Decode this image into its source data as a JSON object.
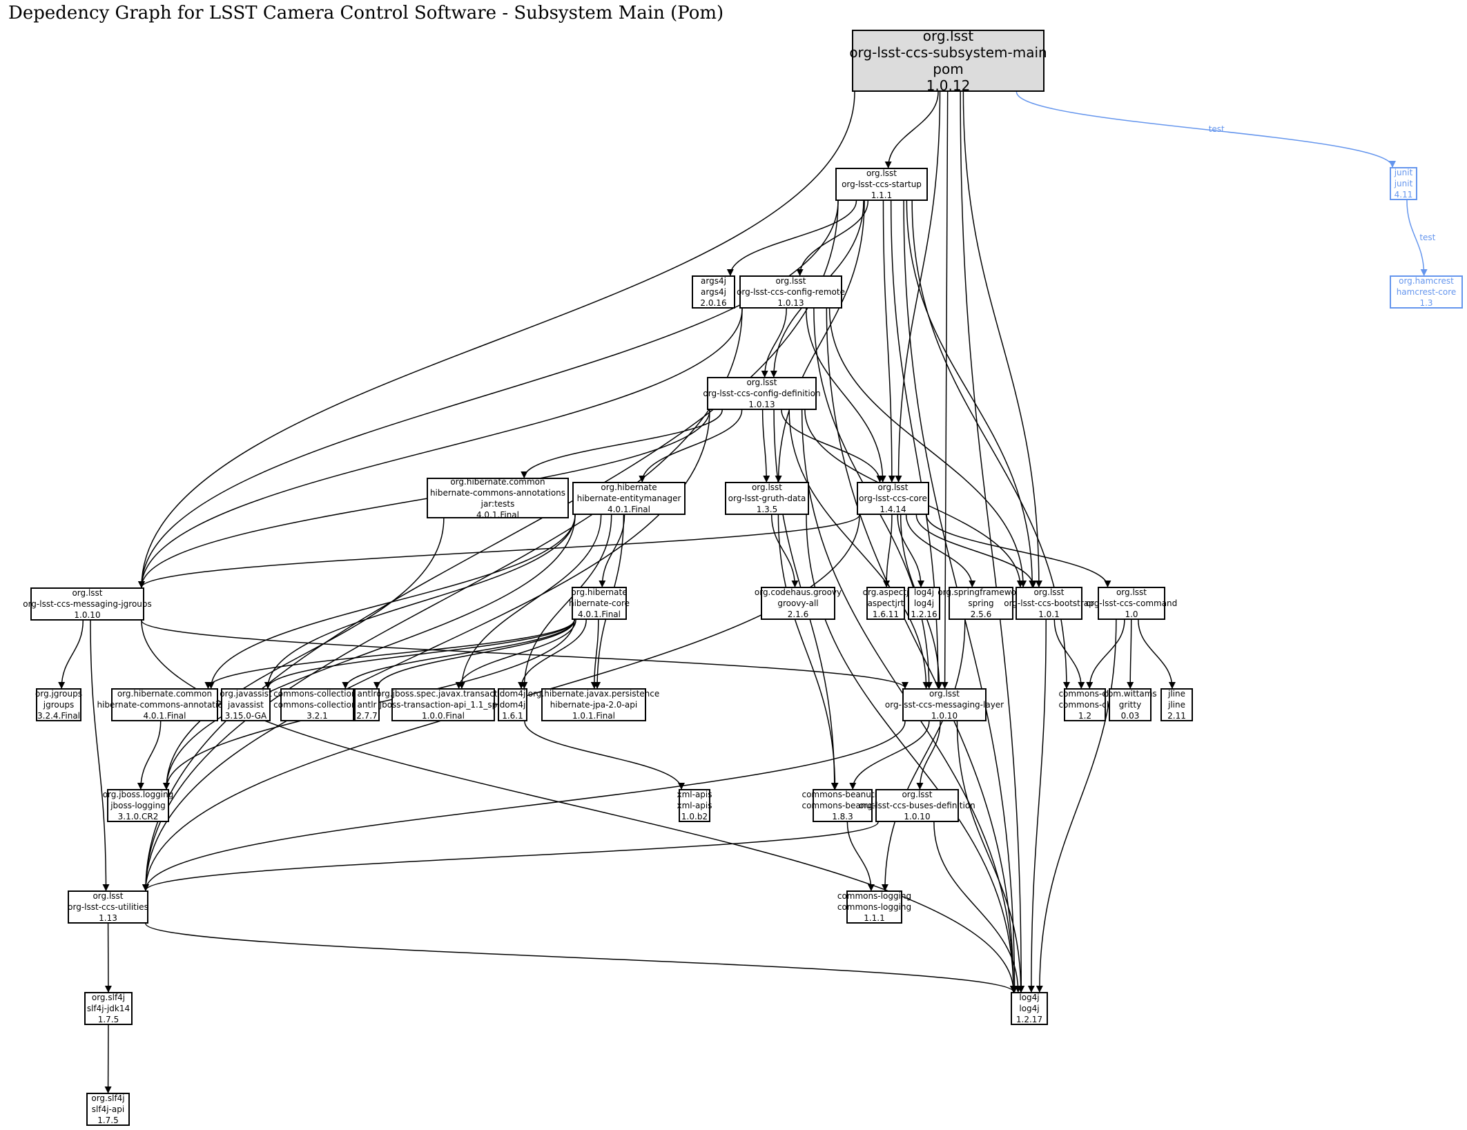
{
  "title": "Depedency Graph for LSST Camera Control Software - Subsystem Main (Pom)",
  "colors": {
    "edge": "#000000",
    "test_edge": "#6495ed",
    "root_fill": "#dcdcdc"
  },
  "nodes": [
    {
      "id": "root",
      "lines": [
        "org.lsst",
        "org-lsst-ccs-subsystem-main",
        "pom",
        "1.0.12"
      ],
      "kind": "root"
    },
    {
      "id": "junit",
      "lines": [
        "junit",
        "junit",
        "4.11"
      ],
      "kind": "test"
    },
    {
      "id": "hamcrest",
      "lines": [
        "org.hamcrest",
        "hamcrest-core",
        "1.3"
      ],
      "kind": "test"
    },
    {
      "id": "startup",
      "lines": [
        "org.lsst",
        "org-lsst-ccs-startup",
        "1.1.1"
      ]
    },
    {
      "id": "args4j",
      "lines": [
        "args4j",
        "args4j",
        "2.0.16"
      ]
    },
    {
      "id": "config-remote",
      "lines": [
        "org.lsst",
        "org-lsst-ccs-config-remote",
        "1.0.13"
      ]
    },
    {
      "id": "config-definition",
      "lines": [
        "org.lsst",
        "org-lsst-ccs-config-definition",
        "1.0.13"
      ]
    },
    {
      "id": "hca-tests",
      "lines": [
        "org.hibernate.common",
        "hibernate-commons-annotations",
        "jar:tests",
        "4.0.1.Final"
      ]
    },
    {
      "id": "entitymanager",
      "lines": [
        "org.hibernate",
        "hibernate-entitymanager",
        "4.0.1.Final"
      ]
    },
    {
      "id": "gruth",
      "lines": [
        "org.lsst",
        "org-lsst-gruth-data",
        "1.3.5"
      ]
    },
    {
      "id": "core",
      "lines": [
        "org.lsst",
        "org-lsst-ccs-core",
        "1.4.14"
      ]
    },
    {
      "id": "jgroups-msg",
      "lines": [
        "org.lsst",
        "org-lsst-ccs-messaging-jgroups",
        "1.0.10"
      ]
    },
    {
      "id": "hibernate-core",
      "lines": [
        "org.hibernate",
        "hibernate-core",
        "4.0.1.Final"
      ]
    },
    {
      "id": "groovy",
      "lines": [
        "org.codehaus.groovy",
        "groovy-all",
        "2.1.6"
      ]
    },
    {
      "id": "aspectj",
      "lines": [
        "org.aspectj",
        "aspectjrt",
        "1.6.11"
      ]
    },
    {
      "id": "log4j-16",
      "lines": [
        "log4j",
        "log4j",
        "1.2.16"
      ]
    },
    {
      "id": "spring",
      "lines": [
        "org.springframework",
        "spring",
        "2.5.6"
      ]
    },
    {
      "id": "bootstrap",
      "lines": [
        "org.lsst",
        "org-lsst-ccs-bootstrap",
        "1.0.1"
      ]
    },
    {
      "id": "command",
      "lines": [
        "org.lsst",
        "org-lsst-ccs-command",
        "1.0"
      ]
    },
    {
      "id": "jgroups",
      "lines": [
        "org.jgroups",
        "jgroups",
        "3.2.4.Final"
      ]
    },
    {
      "id": "hca",
      "lines": [
        "org.hibernate.common",
        "hibernate-commons-annotations",
        "4.0.1.Final"
      ]
    },
    {
      "id": "javassist",
      "lines": [
        "org.javassist",
        "javassist",
        "3.15.0-GA"
      ]
    },
    {
      "id": "collections",
      "lines": [
        "commons-collections",
        "commons-collections",
        "3.2.1"
      ]
    },
    {
      "id": "antlr",
      "lines": [
        "antlr",
        "antlr",
        "2.7.7"
      ]
    },
    {
      "id": "jta",
      "lines": [
        "org.jboss.spec.javax.transaction",
        "jboss-transaction-api_1.1_spec",
        "1.0.0.Final"
      ]
    },
    {
      "id": "dom4j",
      "lines": [
        "dom4j",
        "dom4j",
        "1.6.1"
      ]
    },
    {
      "id": "jpa",
      "lines": [
        "org.hibernate.javax.persistence",
        "hibernate-jpa-2.0-api",
        "1.0.1.Final"
      ]
    },
    {
      "id": "messaging-layer",
      "lines": [
        "org.lsst",
        "org-lsst-ccs-messaging-layer",
        "1.0.10"
      ]
    },
    {
      "id": "commons-cli",
      "lines": [
        "commons-cli",
        "commons-cli",
        "1.2"
      ]
    },
    {
      "id": "gritty",
      "lines": [
        "com.wittams",
        "gritty",
        "0.03"
      ]
    },
    {
      "id": "jline",
      "lines": [
        "jline",
        "jline",
        "2.11"
      ]
    },
    {
      "id": "jboss-logging",
      "lines": [
        "org.jboss.logging",
        "jboss-logging",
        "3.1.0.CR2"
      ]
    },
    {
      "id": "xml-apis",
      "lines": [
        "xml-apis",
        "xml-apis",
        "1.0.b2"
      ]
    },
    {
      "id": "beanutils",
      "lines": [
        "commons-beanutils",
        "commons-beanutils",
        "1.8.3"
      ]
    },
    {
      "id": "buses",
      "lines": [
        "org.lsst",
        "org-lsst-ccs-buses-definition",
        "1.0.10"
      ]
    },
    {
      "id": "utilities",
      "lines": [
        "org.lsst",
        "org-lsst-ccs-utilities",
        "1.13"
      ]
    },
    {
      "id": "commons-logging",
      "lines": [
        "commons-logging",
        "commons-logging",
        "1.1.1"
      ]
    },
    {
      "id": "log4j-17",
      "lines": [
        "log4j",
        "log4j",
        "1.2.17"
      ]
    },
    {
      "id": "slf4j-jdk14",
      "lines": [
        "org.slf4j",
        "slf4j-jdk14",
        "1.7.5"
      ]
    },
    {
      "id": "slf4j-api",
      "lines": [
        "org.slf4j",
        "slf4j-api",
        "1.7.5"
      ]
    }
  ],
  "edges": [
    {
      "from": "root",
      "to": "startup"
    },
    {
      "from": "root",
      "to": "core"
    },
    {
      "from": "root",
      "to": "messaging-layer"
    },
    {
      "from": "root",
      "to": "bootstrap"
    },
    {
      "from": "root",
      "to": "log4j-17"
    },
    {
      "from": "root",
      "to": "jgroups-msg"
    },
    {
      "from": "root",
      "to": "junit",
      "label": "test"
    },
    {
      "from": "junit",
      "to": "hamcrest",
      "label": "test"
    },
    {
      "from": "startup",
      "to": "args4j"
    },
    {
      "from": "startup",
      "to": "config-remote"
    },
    {
      "from": "startup",
      "to": "config-definition"
    },
    {
      "from": "startup",
      "to": "gruth"
    },
    {
      "from": "startup",
      "to": "core"
    },
    {
      "from": "startup",
      "to": "bootstrap"
    },
    {
      "from": "startup",
      "to": "messaging-layer"
    },
    {
      "from": "startup",
      "to": "commons-cli"
    },
    {
      "from": "startup",
      "to": "log4j-17"
    },
    {
      "from": "startup",
      "to": "jgroups-msg"
    },
    {
      "from": "startup",
      "to": "utilities"
    },
    {
      "from": "config-remote",
      "to": "config-definition"
    },
    {
      "from": "config-remote",
      "to": "core"
    },
    {
      "from": "config-remote",
      "to": "bootstrap"
    },
    {
      "from": "config-remote",
      "to": "messaging-layer"
    },
    {
      "from": "config-remote",
      "to": "jgroups-msg"
    },
    {
      "from": "config-remote",
      "to": "utilities"
    },
    {
      "from": "config-remote",
      "to": "log4j-17"
    },
    {
      "from": "config-definition",
      "to": "hca-tests"
    },
    {
      "from": "config-definition",
      "to": "entitymanager"
    },
    {
      "from": "config-definition",
      "to": "gruth"
    },
    {
      "from": "config-definition",
      "to": "core"
    },
    {
      "from": "config-definition",
      "to": "bootstrap"
    },
    {
      "from": "config-definition",
      "to": "messaging-layer"
    },
    {
      "from": "config-definition",
      "to": "beanutils"
    },
    {
      "from": "config-definition",
      "to": "jgroups-msg"
    },
    {
      "from": "config-definition",
      "to": "utilities"
    },
    {
      "from": "config-definition",
      "to": "log4j-17"
    },
    {
      "from": "hca-tests",
      "to": "jboss-logging"
    },
    {
      "from": "entitymanager",
      "to": "hibernate-core"
    },
    {
      "from": "entitymanager",
      "to": "hca"
    },
    {
      "from": "entitymanager",
      "to": "javassist"
    },
    {
      "from": "entitymanager",
      "to": "jta"
    },
    {
      "from": "entitymanager",
      "to": "dom4j"
    },
    {
      "from": "entitymanager",
      "to": "jpa"
    },
    {
      "from": "entitymanager",
      "to": "jboss-logging"
    },
    {
      "from": "gruth",
      "to": "groovy"
    },
    {
      "from": "gruth",
      "to": "beanutils"
    },
    {
      "from": "gruth",
      "to": "log4j-17"
    },
    {
      "from": "core",
      "to": "aspectj"
    },
    {
      "from": "core",
      "to": "log4j-16"
    },
    {
      "from": "core",
      "to": "spring"
    },
    {
      "from": "core",
      "to": "bootstrap"
    },
    {
      "from": "core",
      "to": "command"
    },
    {
      "from": "core",
      "to": "messaging-layer"
    },
    {
      "from": "core",
      "to": "jgroups-msg"
    },
    {
      "from": "core",
      "to": "utilities"
    },
    {
      "from": "jgroups-msg",
      "to": "jgroups"
    },
    {
      "from": "jgroups-msg",
      "to": "messaging-layer"
    },
    {
      "from": "jgroups-msg",
      "to": "utilities"
    },
    {
      "from": "jgroups-msg",
      "to": "log4j-17"
    },
    {
      "from": "hibernate-core",
      "to": "hca"
    },
    {
      "from": "hibernate-core",
      "to": "javassist"
    },
    {
      "from": "hibernate-core",
      "to": "collections"
    },
    {
      "from": "hibernate-core",
      "to": "antlr"
    },
    {
      "from": "hibernate-core",
      "to": "jta"
    },
    {
      "from": "hibernate-core",
      "to": "dom4j"
    },
    {
      "from": "hibernate-core",
      "to": "jpa"
    },
    {
      "from": "hibernate-core",
      "to": "jboss-logging"
    },
    {
      "from": "spring",
      "to": "commons-logging"
    },
    {
      "from": "bootstrap",
      "to": "commons-cli"
    },
    {
      "from": "bootstrap",
      "to": "log4j-17"
    },
    {
      "from": "command",
      "to": "commons-cli"
    },
    {
      "from": "command",
      "to": "gritty"
    },
    {
      "from": "command",
      "to": "jline"
    },
    {
      "from": "command",
      "to": "log4j-17"
    },
    {
      "from": "hca",
      "to": "jboss-logging"
    },
    {
      "from": "dom4j",
      "to": "xml-apis"
    },
    {
      "from": "messaging-layer",
      "to": "beanutils"
    },
    {
      "from": "messaging-layer",
      "to": "buses"
    },
    {
      "from": "messaging-layer",
      "to": "utilities"
    },
    {
      "from": "messaging-layer",
      "to": "log4j-17"
    },
    {
      "from": "beanutils",
      "to": "commons-logging"
    },
    {
      "from": "buses",
      "to": "utilities"
    },
    {
      "from": "buses",
      "to": "log4j-17"
    },
    {
      "from": "utilities",
      "to": "slf4j-jdk14"
    },
    {
      "from": "utilities",
      "to": "log4j-17"
    },
    {
      "from": "slf4j-jdk14",
      "to": "slf4j-api"
    }
  ]
}
